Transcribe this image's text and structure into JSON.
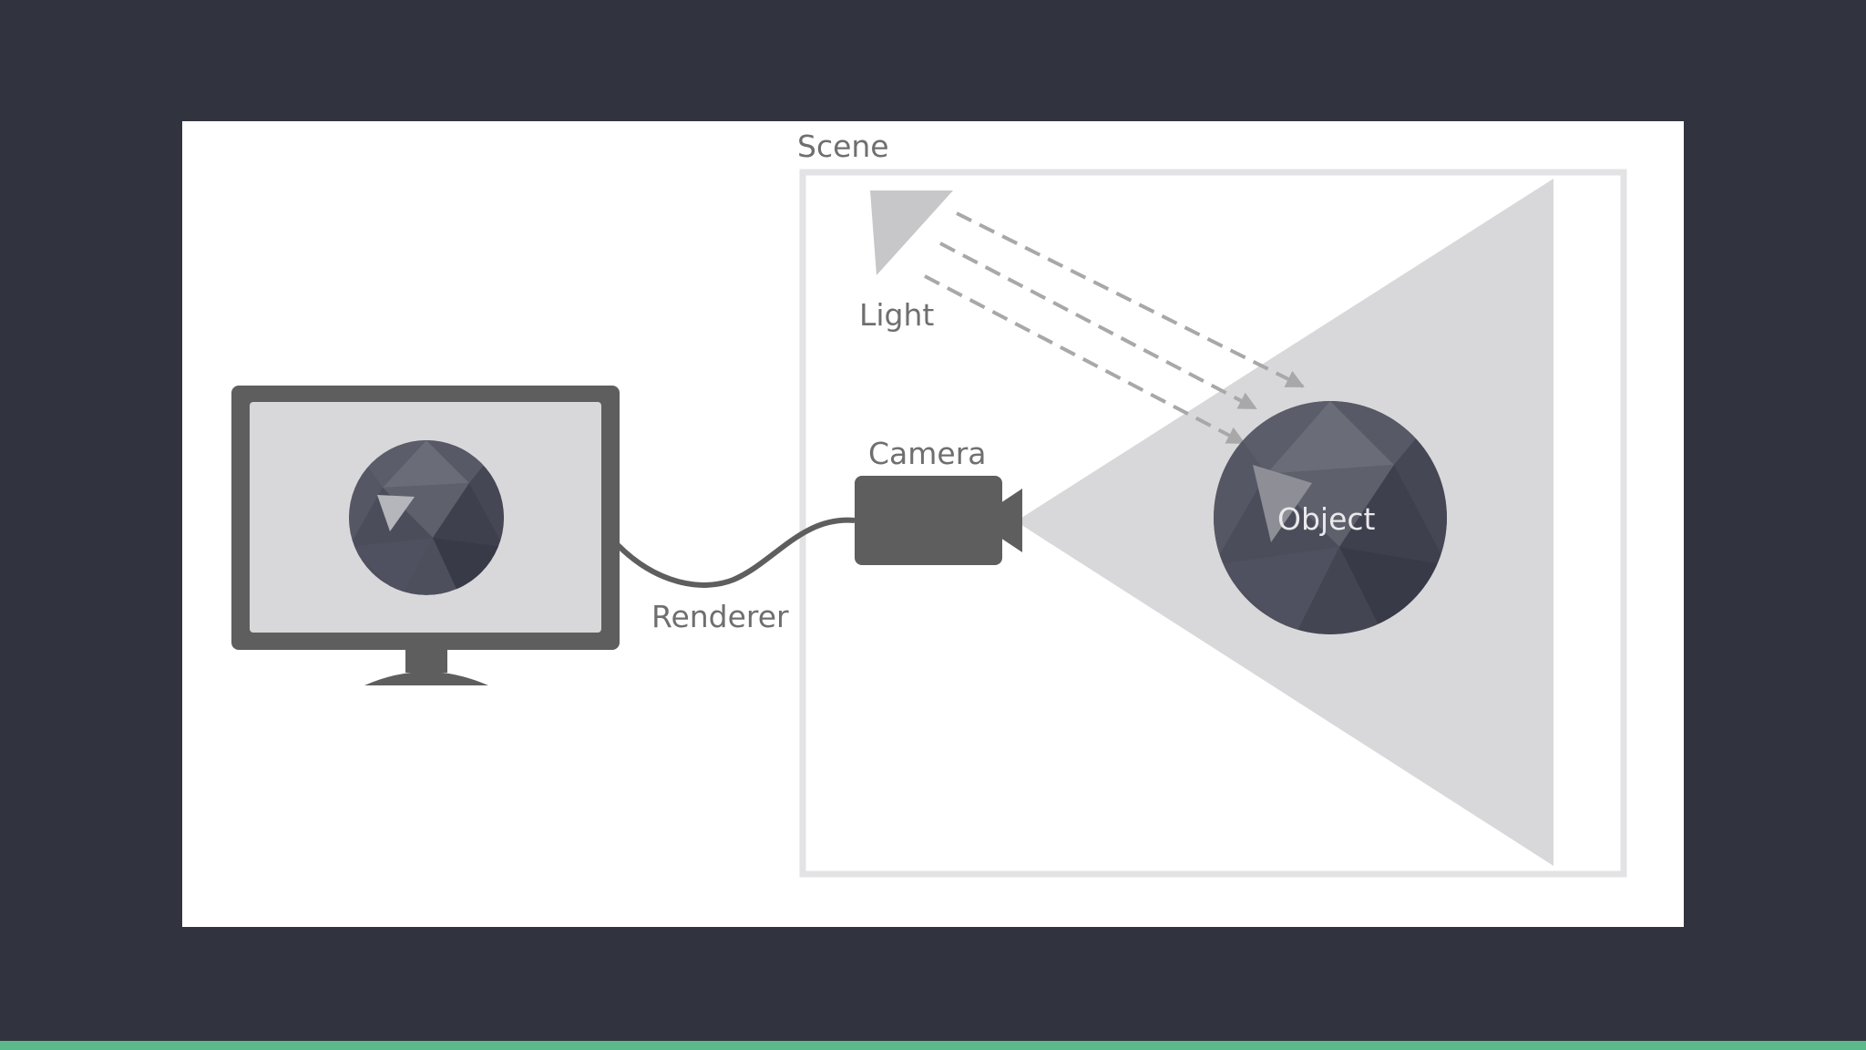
{
  "diagram": {
    "labels": {
      "scene": "Scene",
      "light": "Light",
      "camera": "Camera",
      "renderer": "Renderer",
      "object": "Object"
    }
  },
  "colors": {
    "background": "#31343f",
    "panel": "#ffffff",
    "frustum": "#d8d8da",
    "device": "#5e5e5e",
    "sphere_dark": "#4a4c5a",
    "accent_bar": "#5bb98b"
  }
}
